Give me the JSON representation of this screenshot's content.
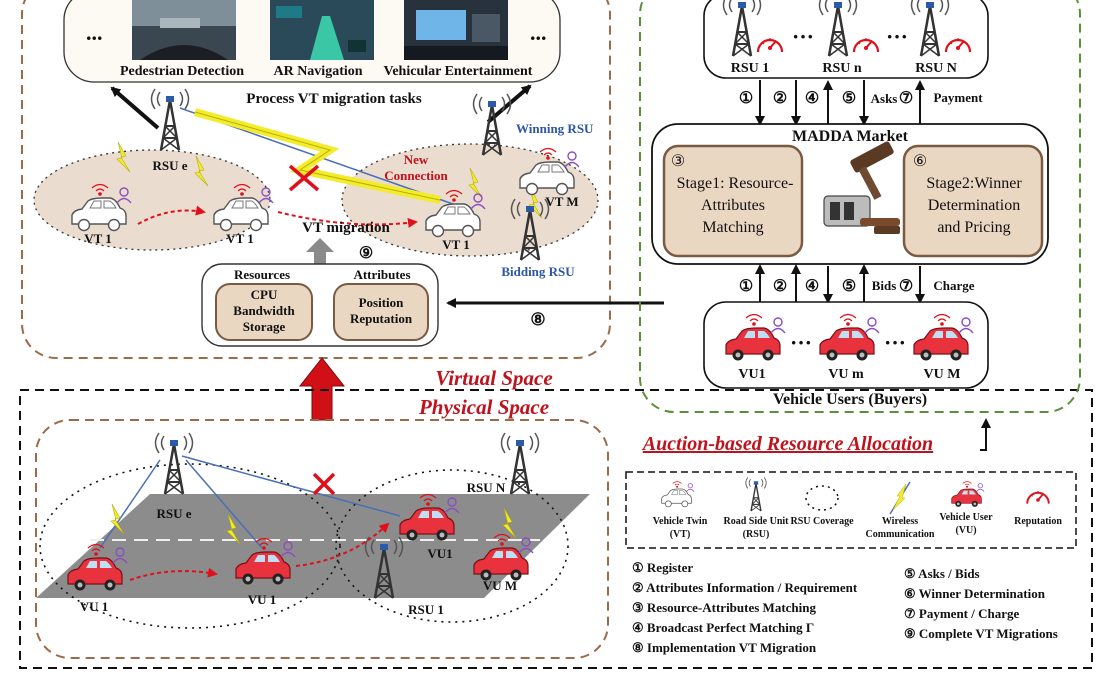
{
  "top_tasks": {
    "ellipsis_left": "...",
    "ellipsis_right": "...",
    "labels": [
      "Pedestrian Detection",
      "AR Navigation",
      "Vehicular Entertainment"
    ]
  },
  "virtual": {
    "process_label": "Process VT migration tasks",
    "rsu_e": "RSU e",
    "winning_rsu": "Winning RSU",
    "new_connection": [
      "New",
      "Connection"
    ],
    "vt_m": "VT M",
    "vt1": "VT 1",
    "vt_migration": "VT migration",
    "bidding_rsu": "Bidding  RSU",
    "circled_9": "⑨",
    "circled_8": "⑧",
    "resources_title": "Resources",
    "attributes_title": "Attributes",
    "resources_lines": [
      "CPU",
      "Bandwidth",
      "Storage"
    ],
    "attributes_lines": [
      "Position",
      "Reputation"
    ]
  },
  "space_labels": {
    "virtual": "Virtual Space",
    "physical": "Physical Space",
    "auction": "Auction-based Resource Allocation"
  },
  "physical": {
    "rsu_e": "RSU e",
    "rsu_n": "RSU N",
    "rsu_1": "RSU 1",
    "vu1": "VU1",
    "vu_m": "VU M",
    "vu_1": "VU 1"
  },
  "market": {
    "title": "MADDA Market",
    "rsu_labels": [
      "RSU 1",
      "RSU n",
      "RSU N"
    ],
    "top_arrow_labels": [
      "①",
      "②",
      "④",
      "⑤",
      "Asks",
      "⑦",
      "Payment"
    ],
    "bottom_arrow_labels": [
      "①",
      "②",
      "④",
      "⑤",
      "Bids",
      "⑦",
      "Charge"
    ],
    "stage1_num": "③",
    "stage1_lines": [
      "Stage1: Resource-",
      "Attributes",
      "Matching"
    ],
    "stage2_num": "⑥",
    "stage2_lines": [
      "Stage2:Winner",
      "Determination",
      "and Pricing"
    ],
    "vu_labels": [
      "VU1",
      "VU m",
      "VU M"
    ],
    "buyers": "Vehicle Users (Buyers)"
  },
  "legend": {
    "vehicle_twin": [
      "Vehicle Twin",
      "(VT)"
    ],
    "rsu": [
      "Road Side Unit",
      "(RSU)"
    ],
    "coverage": "RSU Coverage",
    "wireless": [
      "Wireless",
      "Communication"
    ],
    "vehicle_user": [
      "Vehicle User",
      "(VU)"
    ],
    "reputation": "Reputation",
    "steps_left": [
      "①  Register",
      "②  Attributes Information / Requirement",
      "③  Resource-Attributes Matching",
      "④  Broadcast Perfect Matching  Γ",
      "⑧  Implementation VT Migration"
    ],
    "steps_right": [
      "⑤  Asks / Bids",
      "⑥  Winner Determination",
      "⑦  Payment / Charge",
      "⑨  Complete VT Migrations"
    ]
  },
  "colors": {
    "brown_dash": "#9c6b48",
    "green_dash": "#5b8f3a",
    "red_label": "#c0121c",
    "blue_label": "#2e55a8",
    "stage_fill": "#ead7c2",
    "ellipse_fill": "#eadccf",
    "road": "#8c8c8c"
  }
}
